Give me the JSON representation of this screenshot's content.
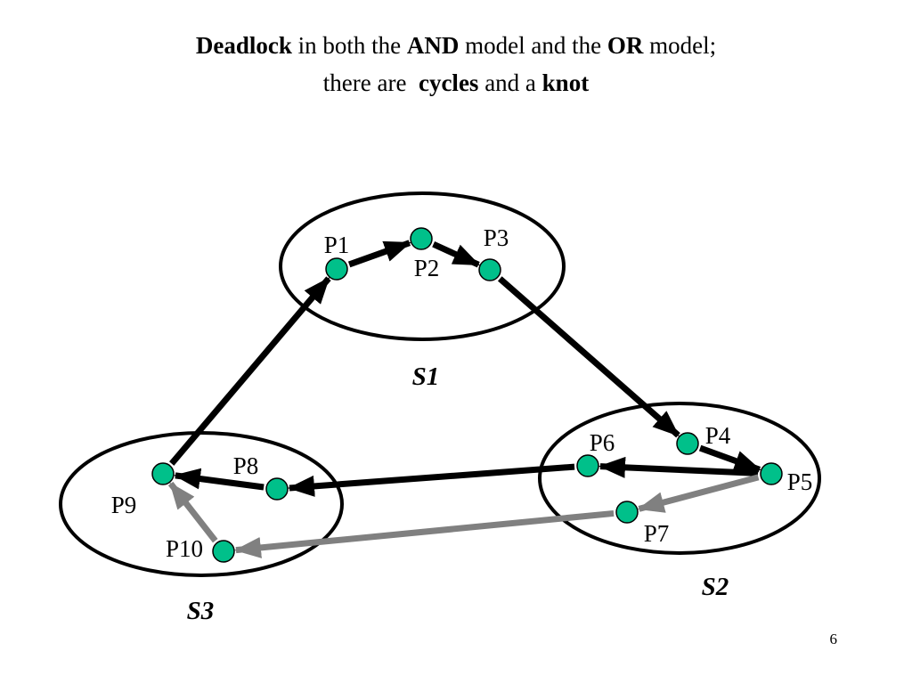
{
  "title": {
    "line1": [
      {
        "text": "Deadlock",
        "bold": true
      },
      {
        "text": " in both the ",
        "bold": false
      },
      {
        "text": "AND",
        "bold": true
      },
      {
        "text": " model and the ",
        "bold": false
      },
      {
        "text": "OR",
        "bold": true
      },
      {
        "text": " model;",
        "bold": false
      }
    ],
    "line2": [
      {
        "text": "there are  ",
        "bold": false
      },
      {
        "text": "cycles",
        "bold": true
      },
      {
        "text": " and a ",
        "bold": false
      },
      {
        "text": "knot",
        "bold": true
      }
    ]
  },
  "diagram": {
    "node_color": "#00c08a",
    "sites": [
      {
        "id": "S1",
        "label": "S1"
      },
      {
        "id": "S2",
        "label": "S2"
      },
      {
        "id": "S3",
        "label": "S3"
      }
    ],
    "nodes": [
      {
        "id": "P1",
        "label": "P1"
      },
      {
        "id": "P2",
        "label": "P2"
      },
      {
        "id": "P3",
        "label": "P3"
      },
      {
        "id": "P4",
        "label": "P4"
      },
      {
        "id": "P5",
        "label": "P5"
      },
      {
        "id": "P6",
        "label": "P6"
      },
      {
        "id": "P7",
        "label": "P7"
      },
      {
        "id": "P8",
        "label": "P8"
      },
      {
        "id": "P9",
        "label": "P9"
      },
      {
        "id": "P10",
        "label": "P10"
      }
    ],
    "edges": [
      {
        "from": "P1",
        "to": "P2",
        "color": "#000000"
      },
      {
        "from": "P2",
        "to": "P3",
        "color": "#000000"
      },
      {
        "from": "P3",
        "to": "P4",
        "color": "#000000"
      },
      {
        "from": "P4",
        "to": "P5",
        "color": "#000000"
      },
      {
        "from": "P5",
        "to": "P6",
        "color": "#000000"
      },
      {
        "from": "P6",
        "to": "P8",
        "color": "#000000"
      },
      {
        "from": "P8",
        "to": "P9",
        "color": "#000000"
      },
      {
        "from": "P9",
        "to": "P1",
        "color": "#000000"
      },
      {
        "from": "P5",
        "to": "P7",
        "color": "#808080"
      },
      {
        "from": "P7",
        "to": "P10",
        "color": "#808080"
      },
      {
        "from": "P10",
        "to": "P9",
        "color": "#808080"
      }
    ]
  },
  "page_number": "6"
}
